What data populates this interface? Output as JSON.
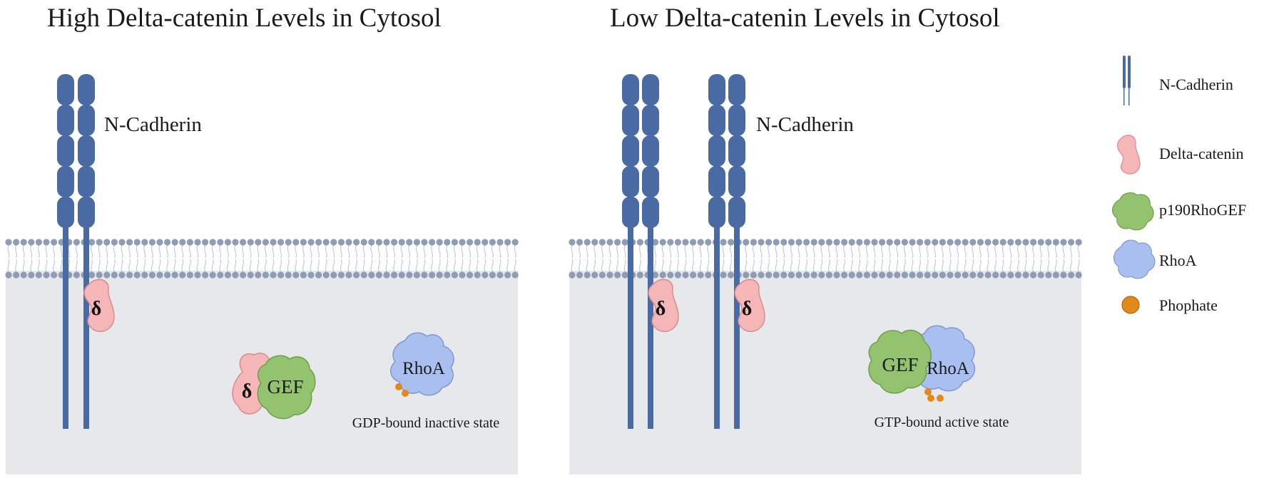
{
  "panels": [
    {
      "title": "High Delta-catenin Levels in Cytosol",
      "cadherin_label": "N-Cadherin",
      "delta_symbol": "δ",
      "gef_label": "GEF",
      "rhoa_label": "RhoA",
      "state_label": "GDP-bound inactive state",
      "phosphate_count": 2
    },
    {
      "title": "Low Delta-catenin Levels in Cytosol",
      "cadherin_label": "N-Cadherin",
      "delta_symbol": "δ",
      "gef_label": "GEF",
      "rhoa_label": "RhoA",
      "state_label": "GTP-bound active state",
      "phosphate_count": 3
    }
  ],
  "legend": [
    {
      "name": "n-cadherin",
      "label": "N-Cadherin"
    },
    {
      "name": "delta-catenin",
      "label": "Delta-catenin"
    },
    {
      "name": "p190rhogef",
      "label": "p190RhoGEF"
    },
    {
      "name": "rhoa",
      "label": "RhoA"
    },
    {
      "name": "phosphate",
      "label": "Phophate"
    }
  ],
  "colors": {
    "cadherin": "#4a6aa3",
    "cytosol": "#e6e8ec",
    "membrane_head": "#8e9db4",
    "membrane_tail": "#c4ccd8",
    "delta_catenin": "#f4b6b6",
    "delta_catenin_edge": "#d98c8c",
    "gef": "#93c36e",
    "gef_edge": "#6f9e4c",
    "rhoa": "#a9bff0",
    "rhoa_edge": "#7f97d2",
    "phosphate": "#e08a19"
  }
}
